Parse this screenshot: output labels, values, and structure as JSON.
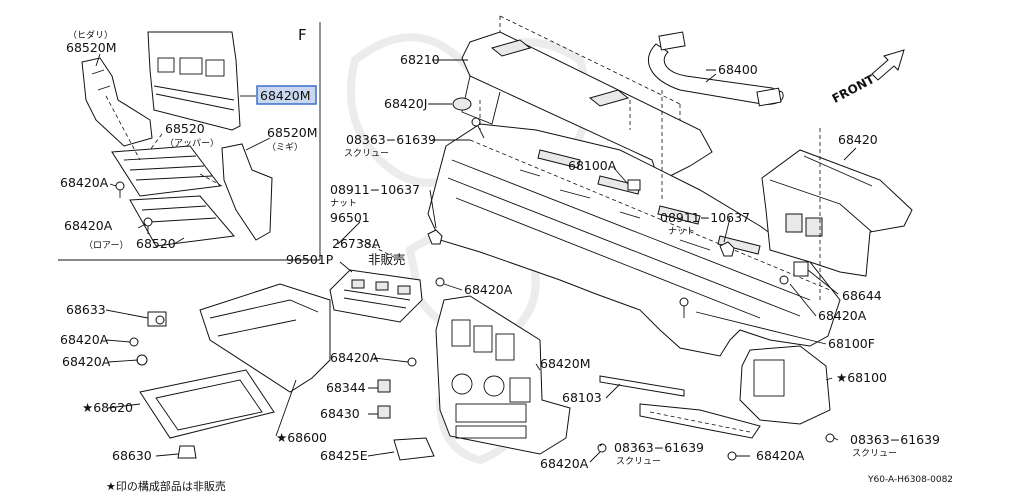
{
  "section_letter": "F",
  "inset": {
    "hidari": "（ヒダリ）",
    "left_side": "68520M",
    "highlighted": "68420M",
    "upper": "68520",
    "upper_note": "（アッパー）",
    "right_side": "68520M",
    "right_note": "（ミギ）",
    "screw_a": "68420A",
    "screw_b": "68420A",
    "lower_note": "（ロアー）",
    "lower": "68520"
  },
  "labels": {
    "p68210": "68210",
    "p68400": "68400",
    "front": "FRONT",
    "p68420J": "68420J",
    "p08363_top": "08363−61639",
    "screw_top_note": "スクリュー",
    "p68100A": "68100A",
    "p68420": "68420",
    "p08911_left": "08911−10637",
    "nut_left_note": "ナット",
    "p96501": "96501",
    "p26738A": "26738A",
    "p96501P": "96501P",
    "not_sold": "非販売",
    "p08911_right": "08911−10637",
    "nut_right_note": "ナット",
    "p68644": "68644",
    "p68420A_mid": "68420A",
    "p68420A_right": "68420A",
    "p68633": "68633",
    "p68420A_l1": "68420A",
    "p68420A_l2": "68420A",
    "p68420A_c": "68420A",
    "p68100F": "68100F",
    "p68420M": "68420M",
    "p68344": "68344",
    "p68100": "★68100",
    "p68620": "★68620",
    "p68103": "68103",
    "p68430": "68430",
    "p68600": "★68600",
    "p08363_bot1": "08363−61639",
    "screw_bot1_note": "スクリュー",
    "p08363_bot2": "08363−61639",
    "screw_bot2_note": "スクリュー",
    "p68630": "68630",
    "p68425E": "68425E",
    "p68420A_b1": "68420A",
    "p68420A_b2": "68420A"
  },
  "footnote": "★印の構成部品は非販売",
  "diagram_code": "Y60-A-H6308-0082",
  "highlight_color": "#3b6fd0",
  "highlight_fill": "#c9d8ef"
}
